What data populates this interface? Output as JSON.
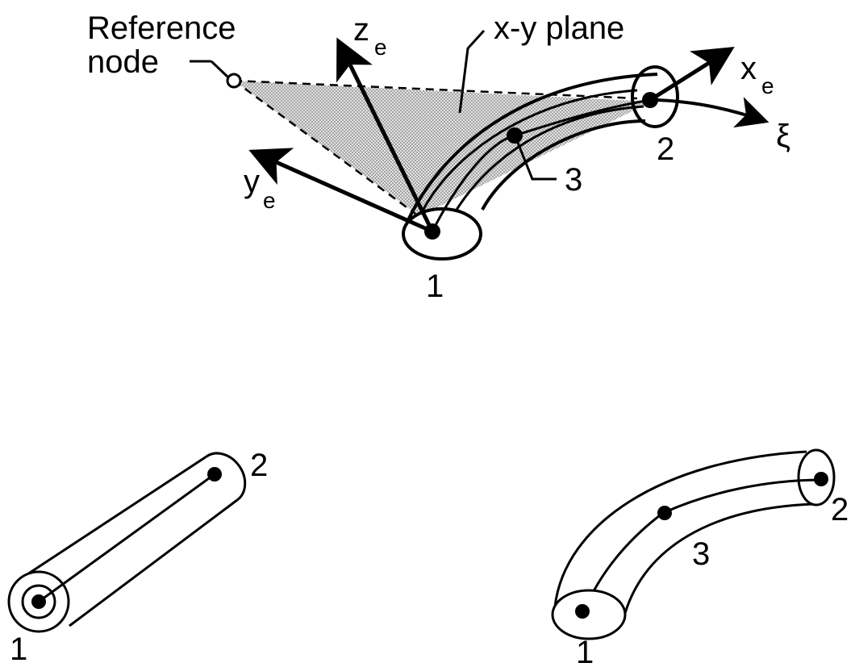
{
  "labels": {
    "reference_node_line1": "Reference",
    "reference_node_line2": "node",
    "xy_plane": "x-y plane",
    "ze_base": "z",
    "ye_base": "y",
    "xe_base": "x",
    "e_subscript": "e",
    "xi": "ξ",
    "top_node_1": "1",
    "top_node_2": "2",
    "top_node_3": "3",
    "straight_node_1": "1",
    "straight_node_2": "2",
    "curved_node_1": "1",
    "curved_node_2": "2",
    "curved_node_3": "3"
  },
  "colors": {
    "ink": "#000000",
    "plane_fill": "#c8c8c8",
    "background": "#ffffff"
  }
}
